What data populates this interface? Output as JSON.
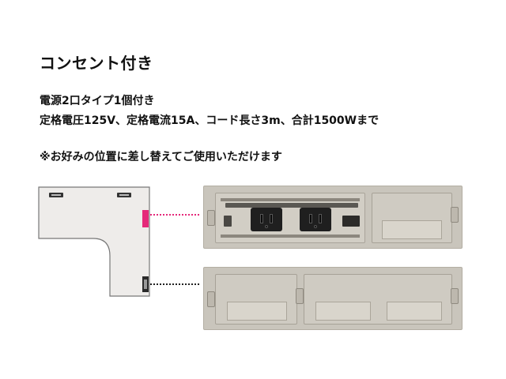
{
  "heading": "コンセント付き",
  "lines": {
    "spec1": "電源2口タイプ1個付き",
    "spec2": "定格電圧125V、定格電流15A、コード長さ3m、合計1500Wまで",
    "note": "※お好みの位置に差し替えてご使用いただけます"
  },
  "colors": {
    "outlet_marker": "#e5297a",
    "cover_marker": "#2a2a2a",
    "desk_fill": "#eeecea",
    "unit_body": "#c9c5bc"
  },
  "diagram": {
    "desk_shape": "L-shaped desk top view",
    "outlet_unit": "outlet-unit-with-2-sockets",
    "cover_unit": "blank-cover-unit"
  }
}
